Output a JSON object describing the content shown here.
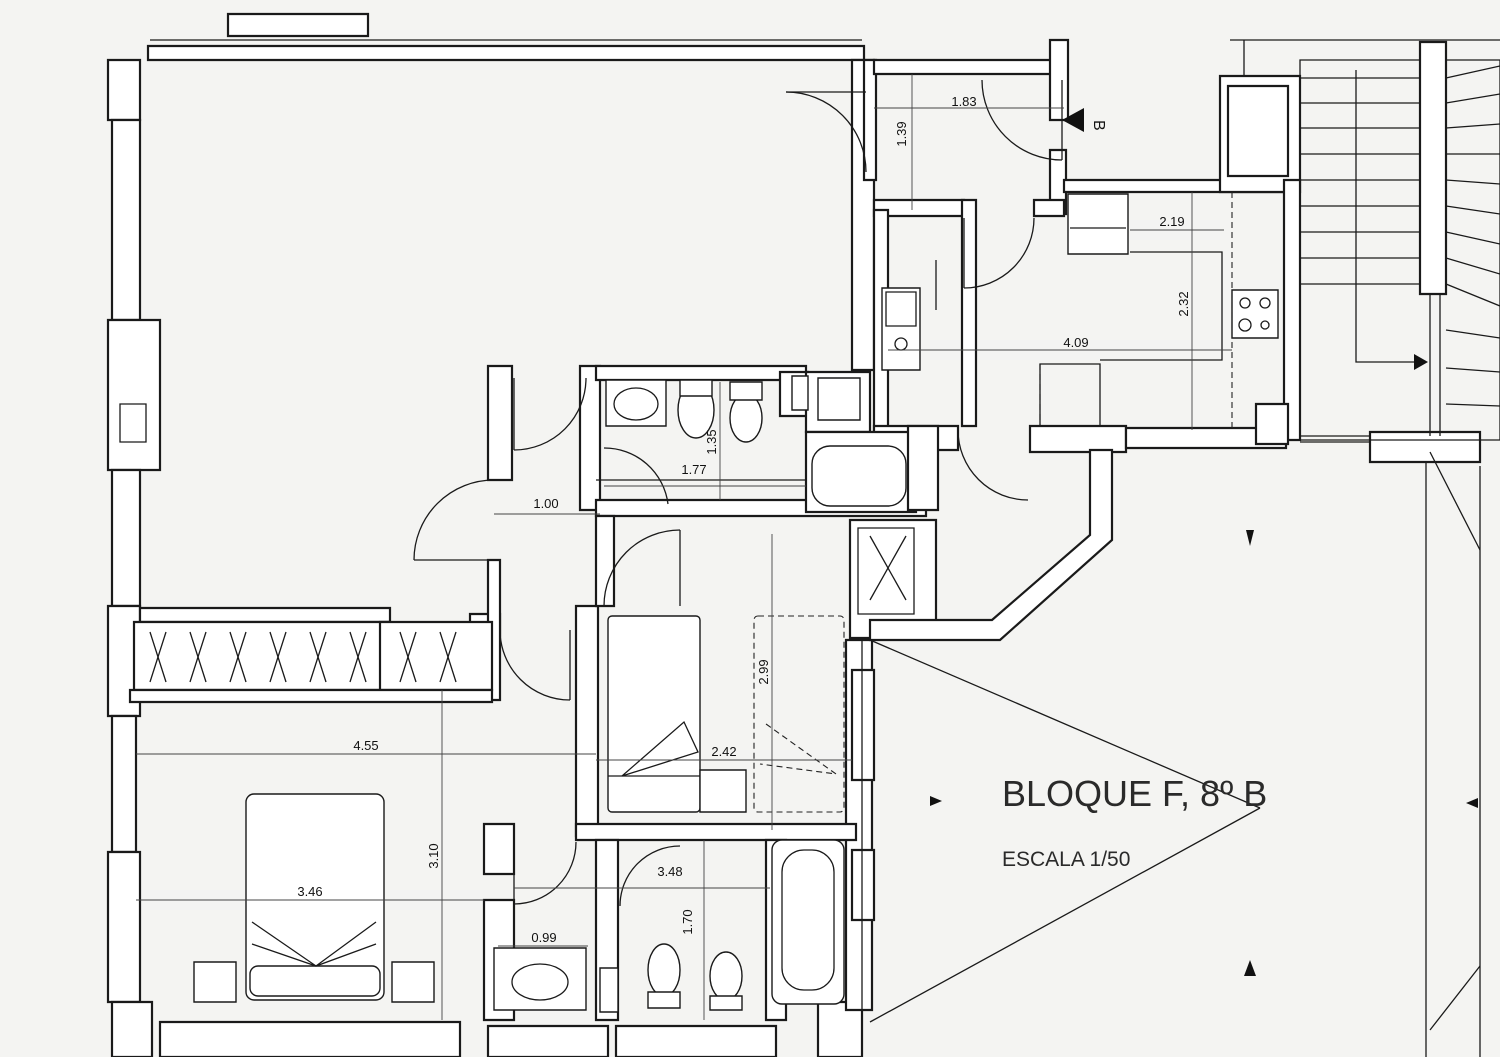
{
  "plan": {
    "title": "BLOQUE F, 8º B",
    "scale": "ESCALA 1/50",
    "section_marker": "B",
    "dimensions": [
      {
        "id": "hall-width",
        "label": "1.83",
        "rotated": false
      },
      {
        "id": "hall-depth",
        "label": "1.39",
        "rotated": true
      },
      {
        "id": "kitchen-width",
        "label": "2.19",
        "rotated": false
      },
      {
        "id": "kitchen-depth",
        "label": "2.32",
        "rotated": true
      },
      {
        "id": "kitchen-length",
        "label": "4.09",
        "rotated": false
      },
      {
        "id": "wc-depth",
        "label": "1.35",
        "rotated": true
      },
      {
        "id": "wc-width",
        "label": "1.77",
        "rotated": false
      },
      {
        "id": "corridor-width",
        "label": "1.00",
        "rotated": false
      },
      {
        "id": "bedroom2-depth",
        "label": "2.99",
        "rotated": true
      },
      {
        "id": "bedroom2-width",
        "label": "2.42",
        "rotated": false
      },
      {
        "id": "master-width",
        "label": "4.55",
        "rotated": false
      },
      {
        "id": "master-depth",
        "label": "3.10",
        "rotated": true
      },
      {
        "id": "master-inner",
        "label": "3.46",
        "rotated": false
      },
      {
        "id": "bath-width",
        "label": "3.48",
        "rotated": false
      },
      {
        "id": "bath-depth",
        "label": "1.70",
        "rotated": true
      },
      {
        "id": "vanity-width",
        "label": "0.99",
        "rotated": false
      }
    ]
  }
}
